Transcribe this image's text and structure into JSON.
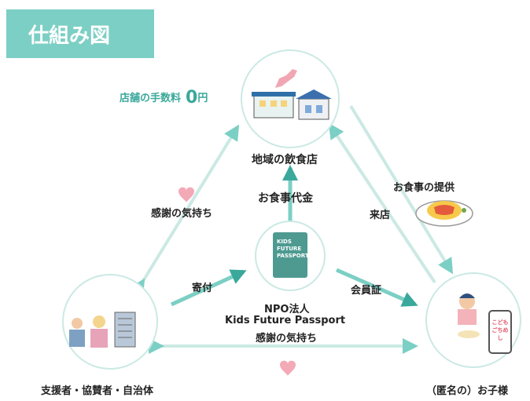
{
  "title": "仕組み図",
  "restaurant": {
    "label": "地域の飲食店",
    "fee_label": "店舗の手数料",
    "fee_value": "0",
    "fee_unit": "円"
  },
  "supporters": {
    "label": "支援者・協賛者・自治体"
  },
  "children": {
    "label": "（匿名の）お子様",
    "phone_text": "こども ごちめし"
  },
  "npo": {
    "line1": "NPO法人",
    "line2": "Kids Future Passport",
    "passport_text": "KIDS FUTURE PASSPORT"
  },
  "arrows": {
    "gratitude_left": "感謝の気持ち",
    "gratitude_bottom": "感謝の気持ち",
    "food_payment": "お食事代金",
    "donation": "寄付",
    "membership": "会員証",
    "visit": "来店",
    "meal_service": "お食事の提供"
  },
  "colors": {
    "teal": "#7ccfc4",
    "teal_dark": "#3aa89b",
    "heart": "#f3a9b6",
    "ink": "#222222"
  }
}
